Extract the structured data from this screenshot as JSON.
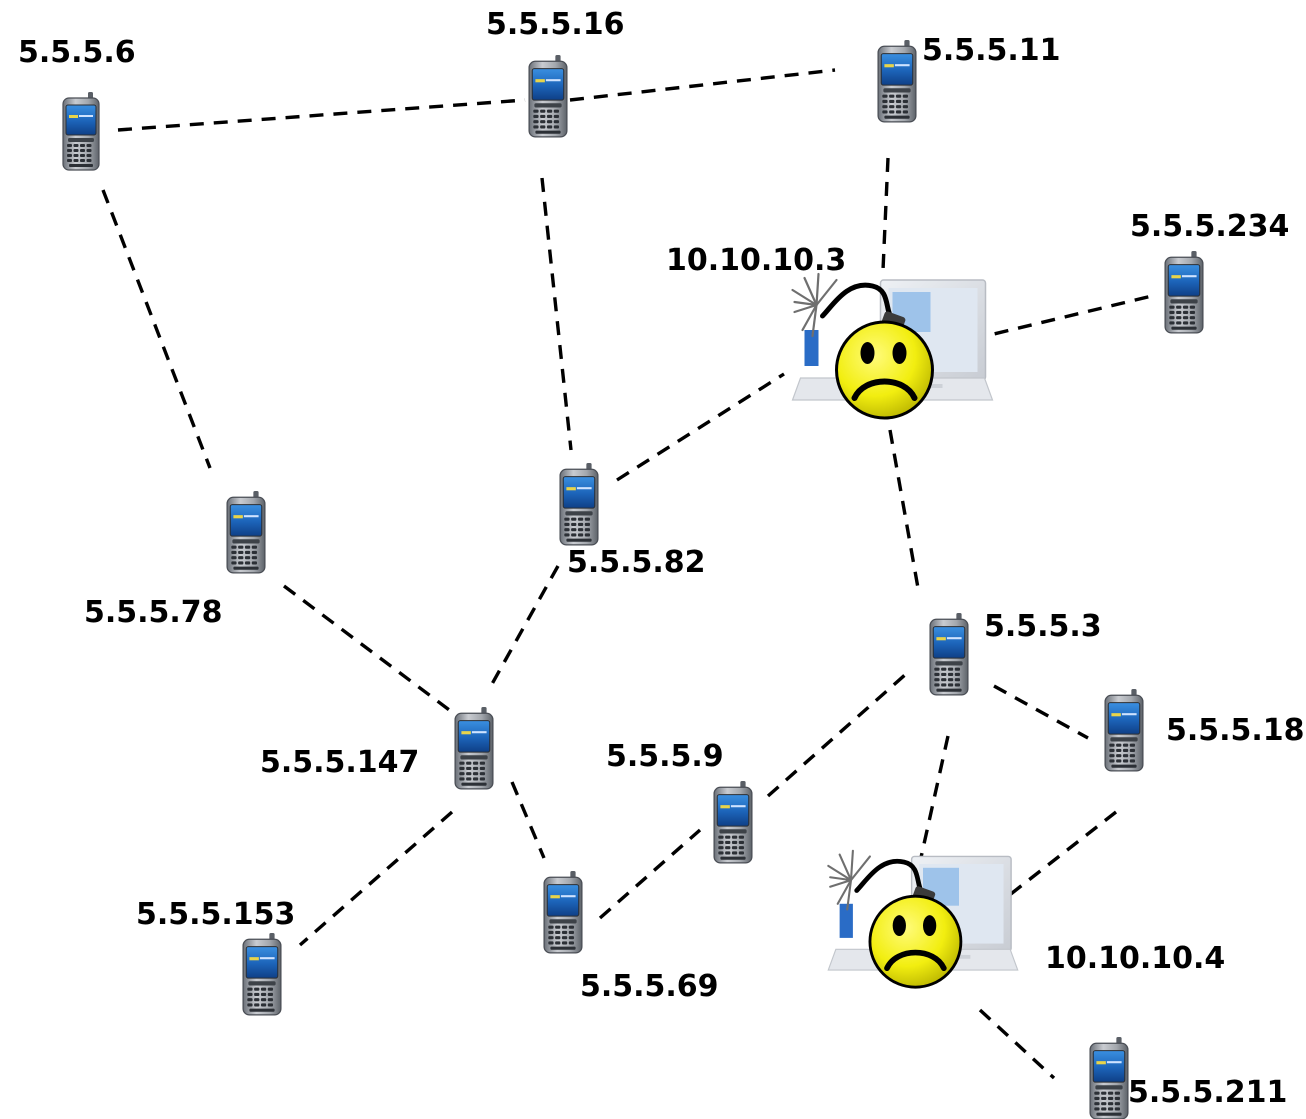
{
  "colors": {
    "background": "#ffffff",
    "link": "#000000",
    "label": "#000000",
    "phone_body": "#9a9fa6",
    "phone_screen": "#1e6fc4",
    "bomb_face": "#f4f10a",
    "spark": "#6f6f6f"
  },
  "nodes": [
    {
      "id": "n6",
      "label": "5.5.5.6",
      "kind": "phone",
      "icon": "mobile-phone-icon"
    },
    {
      "id": "n16",
      "label": "5.5.5.16",
      "kind": "phone",
      "icon": "mobile-phone-icon"
    },
    {
      "id": "n11",
      "label": "5.5.5.11",
      "kind": "phone",
      "icon": "mobile-phone-icon"
    },
    {
      "id": "n234",
      "label": "5.5.5.234",
      "kind": "phone",
      "icon": "mobile-phone-icon"
    },
    {
      "id": "a3",
      "label": "10.10.10.3",
      "kind": "attacker",
      "icon": "laptop-bomb-icon"
    },
    {
      "id": "n82",
      "label": "5.5.5.82",
      "kind": "phone",
      "icon": "mobile-phone-icon"
    },
    {
      "id": "n78",
      "label": "5.5.5.78",
      "kind": "phone",
      "icon": "mobile-phone-icon"
    },
    {
      "id": "n3",
      "label": "5.5.5.3",
      "kind": "phone",
      "icon": "mobile-phone-icon"
    },
    {
      "id": "n18",
      "label": "5.5.5.18",
      "kind": "phone",
      "icon": "mobile-phone-icon"
    },
    {
      "id": "n147",
      "label": "5.5.5.147",
      "kind": "phone",
      "icon": "mobile-phone-icon"
    },
    {
      "id": "n9",
      "label": "5.5.5.9",
      "kind": "phone",
      "icon": "mobile-phone-icon"
    },
    {
      "id": "n153",
      "label": "5.5.5.153",
      "kind": "phone",
      "icon": "mobile-phone-icon"
    },
    {
      "id": "n69",
      "label": "5.5.5.69",
      "kind": "phone",
      "icon": "mobile-phone-icon"
    },
    {
      "id": "a4",
      "label": "10.10.10.4",
      "kind": "attacker",
      "icon": "laptop-bomb-icon"
    },
    {
      "id": "n211",
      "label": "5.5.5.211",
      "kind": "phone",
      "icon": "mobile-phone-icon"
    }
  ],
  "links": [
    [
      "n6",
      "n16"
    ],
    [
      "n16",
      "n11"
    ],
    [
      "n6",
      "n78"
    ],
    [
      "n16",
      "n82"
    ],
    [
      "n11",
      "a3"
    ],
    [
      "a3",
      "n234"
    ],
    [
      "a3",
      "n82"
    ],
    [
      "a3",
      "n3"
    ],
    [
      "n78",
      "n147"
    ],
    [
      "n82",
      "n147"
    ],
    [
      "n147",
      "n153"
    ],
    [
      "n147",
      "n69"
    ],
    [
      "n69",
      "n9"
    ],
    [
      "n9",
      "n3"
    ],
    [
      "n3",
      "n18"
    ],
    [
      "n3",
      "a4"
    ],
    [
      "n18",
      "a4"
    ],
    [
      "a4",
      "n211"
    ]
  ]
}
